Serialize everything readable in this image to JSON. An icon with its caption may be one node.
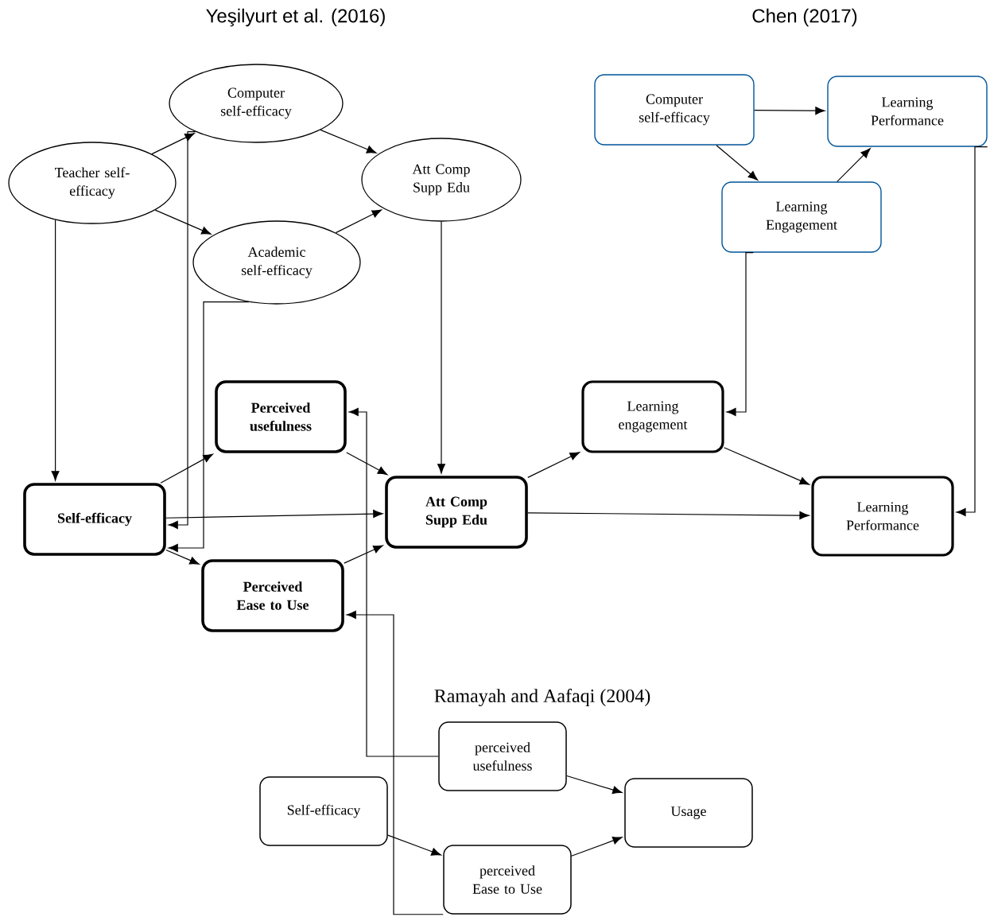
{
  "diagram": {
    "nodes": [
      {
        "text": [
          "Computer self-efficacy"
        ]
      },
      {
        "text": [
          "Teacher self-efficacy"
        ]
      },
      {
        "text": [
          "Att Comp Supp Edu"
        ]
      },
      {
        "text": [
          "Academic self-efficacy"
        ]
      },
      {
        "text": [
          "Computer self-efficacy"
        ]
      },
      {
        "text": [
          "Learning Performance"
        ]
      },
      {
        "text": [
          "Learning Engagement"
        ]
      },
      {
        "text": [
          "Perceived usefulness"
        ]
      },
      {
        "text": [
          "Self-efficacy"
        ]
      },
      {
        "text": [
          "Att Comp Supp Edu"
        ]
      },
      {
        "text": [
          "Learning engagement"
        ]
      },
      {
        "text": [
          "Learning Performance"
        ]
      },
      {
        "text": [
          "Perceived Ease to Use"
        ]
      },
      {
        "text": [
          "perceived usefulness"
        ]
      },
      {
        "text": [
          "Self-efficacy"
        ]
      },
      {
        "text": [
          "Usage"
        ]
      },
      {
        "text": [
          "perceived Ease to Use"
        ]
      }
    ],
    "edges": [
      {
        "from": 1,
        "to": 0,
        "arrow": "to"
      },
      {
        "from": 1,
        "to": 3,
        "arrow": "to"
      },
      {
        "from": 0,
        "to": 2,
        "arrow": "to"
      },
      {
        "from": 3,
        "to": 2,
        "arrow": "to"
      },
      {
        "from": 1,
        "to": 8,
        "arrow": "to"
      },
      {
        "from": 0,
        "to": 8,
        "arrow": "to"
      },
      {
        "from": 3,
        "to": 8,
        "arrow": "to"
      },
      {
        "from": 2,
        "to": 9,
        "arrow": "to"
      },
      {
        "from": 4,
        "to": 5,
        "arrow": "to"
      },
      {
        "from": 4,
        "to": 6,
        "arrow": "to"
      },
      {
        "from": 6,
        "to": 5,
        "arrow": "to"
      },
      {
        "from": 6,
        "to": 10,
        "arrow": "to"
      },
      {
        "from": 5,
        "to": 11,
        "arrow": "to"
      },
      {
        "from": 8,
        "to": 7,
        "arrow": "to"
      },
      {
        "from": 8,
        "to": 9,
        "arrow": "to"
      },
      {
        "from": 8,
        "to": 12,
        "arrow": "to"
      },
      {
        "from": 7,
        "to": 9,
        "arrow": "to"
      },
      {
        "from": 12,
        "to": 9,
        "arrow": "to"
      },
      {
        "from": 9,
        "to": 10,
        "arrow": "to"
      },
      {
        "from": 9,
        "to": 11,
        "arrow": "to"
      },
      {
        "from": 10,
        "to": 11,
        "arrow": "to"
      },
      {
        "from": 13,
        "to": 7,
        "arrow": "to"
      },
      {
        "from": 16,
        "to": 12,
        "arrow": "to"
      },
      {
        "from": 13,
        "to": 15,
        "arrow": "to"
      },
      {
        "from": 14,
        "to": 16,
        "arrow": "to"
      },
      {
        "from": 16,
        "to": 15,
        "arrow": "to"
      }
    ],
    "labels": [
      "Yeşilyurt et al. (2016)",
      "Chen (2017)",
      "Ramayah and Aafaqi (2004)"
    ]
  }
}
